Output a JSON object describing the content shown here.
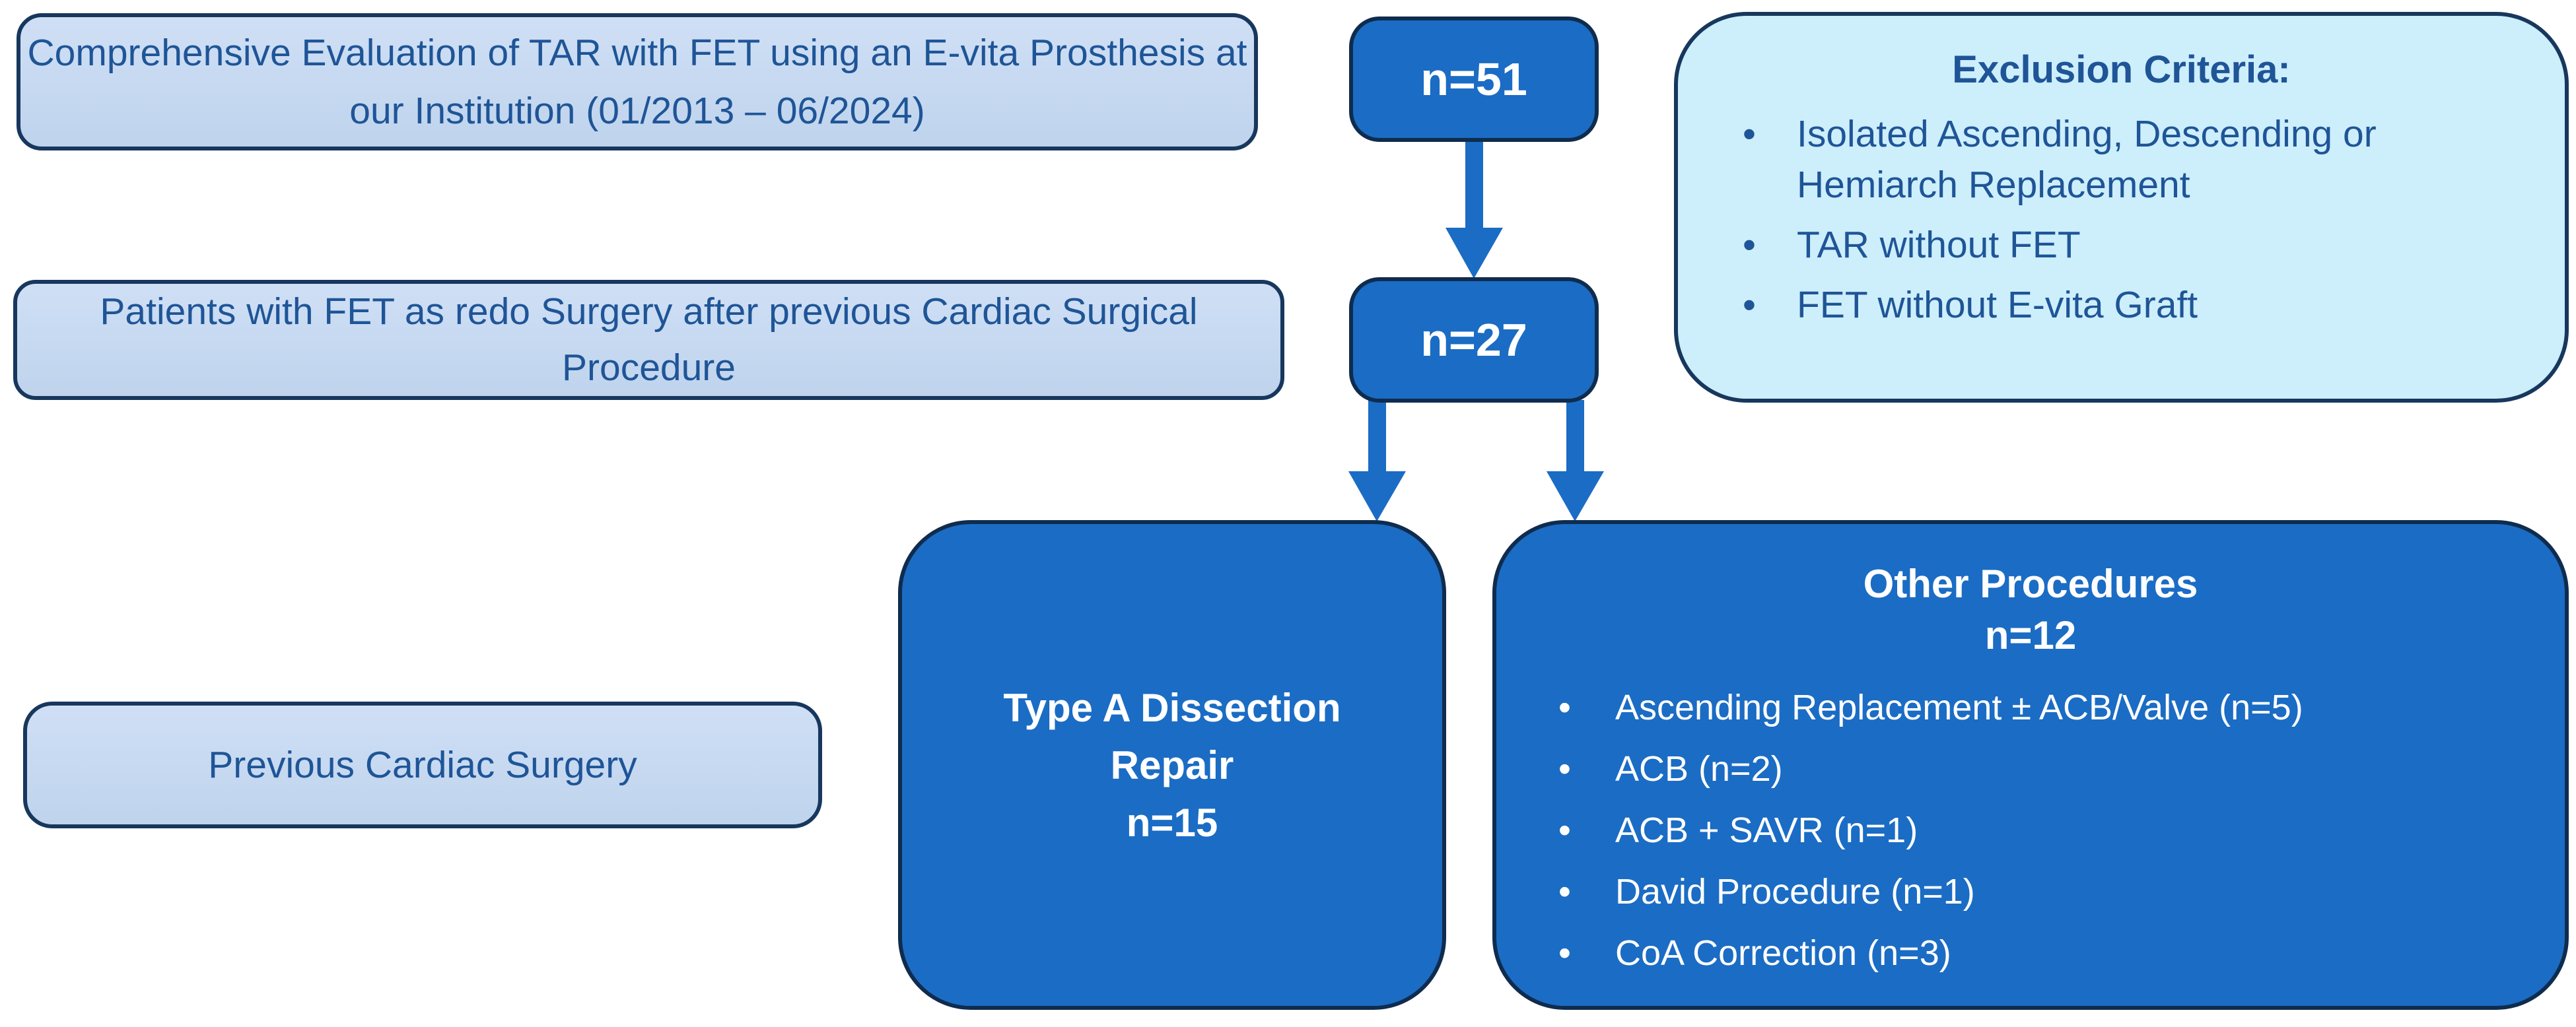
{
  "diagram": {
    "cohort_box": {
      "text": "Comprehensive Evaluation of TAR with FET using an E-vita Prosthesis at our Institution (01/2013 – 06/2024)"
    },
    "n51_box": {
      "label": "n=51"
    },
    "exclusion_box": {
      "title": "Exclusion Criteria:",
      "items": [
        "Isolated Ascending, Descending or Hemiarch Replacement",
        "TAR without FET",
        "FET without E-vita Graft"
      ]
    },
    "redo_box": {
      "text": "Patients with FET as redo Surgery after previous Cardiac Surgical Procedure"
    },
    "n27_box": {
      "label": "n=27"
    },
    "previous_box": {
      "text": "Previous Cardiac Surgery"
    },
    "type_a_box": {
      "title": "Type A Dissection Repair",
      "count": "n=15"
    },
    "other_box": {
      "title": "Other Procedures",
      "count": "n=12",
      "items": [
        "Ascending Replacement ± ACB/Valve (n=5)",
        "ACB (n=2)",
        "ACB + SAVR (n=1)",
        "David Procedure (n=1)",
        "CoA Correction (n=3)"
      ]
    }
  },
  "colors": {
    "light_box_fill": "#c6d9f1",
    "cyan_box_fill": "#cdeefb",
    "dark_box_fill": "#1b6cc4",
    "box_border": "#17375d",
    "dark_blue_text": "#1f5597",
    "white_text": "#ffffff",
    "arrow": "#1b6cc4",
    "background": "#ffffff"
  }
}
